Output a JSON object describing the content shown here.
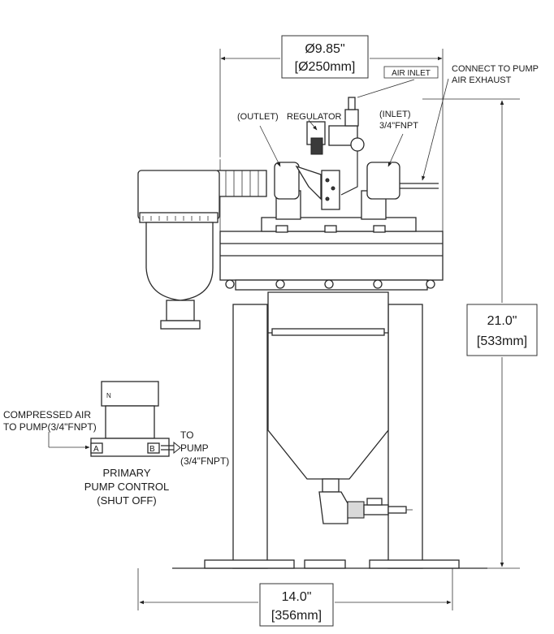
{
  "dimensions": {
    "diameter_in": "Ø9.85\"",
    "diameter_mm": "[Ø250mm]",
    "height_in": "21.0\"",
    "height_mm": "[533mm]",
    "width_in": "14.0\"",
    "width_mm": "[356mm]"
  },
  "labels": {
    "air_inlet": "AIR INLET",
    "connect_line1": "CONNECT TO PUMP",
    "connect_line2": "AIR EXHAUST",
    "outlet": "(OUTLET)",
    "regulator": "REGULATOR",
    "inlet_line1": "(INLET)",
    "inlet_line2": "3/4\"FNPT",
    "compressed_line1": "COMPRESSED AIR",
    "compressed_line2": "TO PUMP(3/4\"FNPT)",
    "port_a": "A",
    "port_b": "B",
    "port_n": "N",
    "to_line1": "TO",
    "to_line2": "PUMP",
    "to_line3": "(3/4\"FNPT)",
    "control_line1": "PRIMARY",
    "control_line2": "PUMP CONTROL",
    "control_line3": "(SHUT OFF)"
  }
}
